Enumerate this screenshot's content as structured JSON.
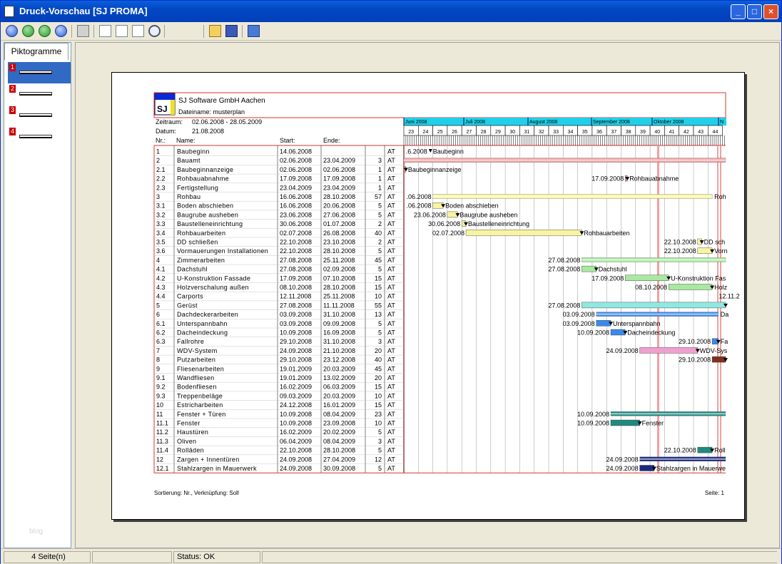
{
  "window": {
    "title": "Druck-Vorschau [SJ PROMA]",
    "page_value": "1"
  },
  "tabs": {
    "left": "Piktogramme"
  },
  "thumbs": [
    "1",
    "2",
    "3",
    "4"
  ],
  "left_watermark": "blog",
  "status": {
    "pages": "4 Seite(n)",
    "state": "Status: OK"
  },
  "report": {
    "company": "SJ Software GmbH Aachen",
    "logo": "SJ",
    "filename": "Dateiname: musterplan",
    "zeitraum_label": "Zeitraum:",
    "zeitraum": "02.06.2008 - 28.05.2009",
    "datum_label": "Datum:",
    "datum": "21.08.2008",
    "col_nr": "Nr.:",
    "col_name": "Name:",
    "col_start": "Start:",
    "col_end": "Ende:",
    "footer_left": "Sortierung: Nr., Verknüpfung: Soll",
    "footer_right": "Seite: 1"
  },
  "colors": {
    "accent": "#0447c4",
    "grid_red": "#e05050",
    "header_cyan": "#20d0e8"
  },
  "months": [
    "Juni 2008",
    "Juli 2008",
    "August 2008",
    "September 2008",
    "Oktober 2008",
    "N"
  ],
  "weeks": [
    "23",
    "24",
    "25",
    "26",
    "27",
    "28",
    "29",
    "30",
    "31",
    "32",
    "33",
    "34",
    "35",
    "36",
    "37",
    "38",
    "39",
    "40",
    "41",
    "42",
    "43",
    "44"
  ],
  "tasks": [
    {
      "nr": "1",
      "name": "Baubeginn",
      "start": "14.06.2008",
      "end": "",
      "dur": "",
      "unit": "AT",
      "label": "Baubeginn",
      "startlabel": ".6.2008"
    },
    {
      "nr": "2",
      "name": "Bauamt",
      "start": "02.06.2008",
      "end": "23.04.2009",
      "dur": "3",
      "unit": "AT",
      "label": "",
      "startlabel": ""
    },
    {
      "nr": "2.1",
      "name": "Baubeginnanzeige",
      "start": "02.06.2008",
      "end": "02.06.2008",
      "dur": "1",
      "unit": "AT",
      "label": "Baubeginnanzeige",
      "startlabel": ""
    },
    {
      "nr": "2.2",
      "name": "Rohbauabnahme",
      "start": "17.09.2008",
      "end": "17.09.2008",
      "dur": "1",
      "unit": "AT",
      "label": "Rohbauabnahme",
      "startlabel": "17.09.2008"
    },
    {
      "nr": "2.3",
      "name": "Fertigstellung",
      "start": "23.04.2009",
      "end": "23.04.2009",
      "dur": "1",
      "unit": "AT",
      "label": "",
      "startlabel": ""
    },
    {
      "nr": "3",
      "name": "Rohbau",
      "start": "16.06.2008",
      "end": "28.10.2008",
      "dur": "57",
      "unit": "AT",
      "label": "Roh",
      "startlabel": ".06.2008"
    },
    {
      "nr": "3.1",
      "name": "Boden abschieben",
      "start": "16.06.2008",
      "end": "20.06.2008",
      "dur": "5",
      "unit": "AT",
      "label": "Boden abschieben",
      "startlabel": ".06.2008"
    },
    {
      "nr": "3.2",
      "name": "Baugrube ausheben",
      "start": "23.06.2008",
      "end": "27.06.2008",
      "dur": "5",
      "unit": "AT",
      "label": "Baugrube ausheben",
      "startlabel": "23.06.2008"
    },
    {
      "nr": "3.3",
      "name": "Baustelleneinrichtung",
      "start": "30.06.2008",
      "end": "01.07.2008",
      "dur": "2",
      "unit": "AT",
      "label": "Baustelleneinrichtung",
      "startlabel": "30.06.2008"
    },
    {
      "nr": "3.4",
      "name": "Rohbauarbeiten",
      "start": "02.07.2008",
      "end": "26.08.2008",
      "dur": "40",
      "unit": "AT",
      "label": "Rohbauarbeiten",
      "startlabel": "02.07.2008"
    },
    {
      "nr": "3.5",
      "name": "DD schließen",
      "start": "22.10.2008",
      "end": "23.10.2008",
      "dur": "2",
      "unit": "AT",
      "label": "DD sch",
      "startlabel": "22.10.2008"
    },
    {
      "nr": "3.6",
      "name": "Vormauerungen Installationen",
      "start": "22.10.2008",
      "end": "28.10.2008",
      "dur": "5",
      "unit": "AT",
      "label": "Vorn",
      "startlabel": "22.10.2008"
    },
    {
      "nr": "4",
      "name": "Zimmerarbeiten",
      "start": "27.08.2008",
      "end": "25.11.2008",
      "dur": "45",
      "unit": "AT",
      "label": "",
      "startlabel": "27.08.2008"
    },
    {
      "nr": "4.1",
      "name": "Dachstuhl",
      "start": "27.08.2008",
      "end": "02.09.2008",
      "dur": "5",
      "unit": "AT",
      "label": "Dachstuhl",
      "startlabel": "27.08.2008"
    },
    {
      "nr": "4.2",
      "name": "U-Konstruktion Fassade",
      "start": "17.09.2008",
      "end": "07.10.2008",
      "dur": "15",
      "unit": "AT",
      "label": "U-Konstruktion Fas",
      "startlabel": "17.09.2008"
    },
    {
      "nr": "4.3",
      "name": "Holzverschalung außen",
      "start": "08.10.2008",
      "end": "28.10.2008",
      "dur": "15",
      "unit": "AT",
      "label": "Holz",
      "startlabel": "08.10.2008"
    },
    {
      "nr": "4.4",
      "name": "Carports",
      "start": "12.11.2008",
      "end": "25.11.2008",
      "dur": "10",
      "unit": "AT",
      "label": "",
      "startlabel": "12.11.2"
    },
    {
      "nr": "5",
      "name": "Gerüst",
      "start": "27.08.2008",
      "end": "11.11.2008",
      "dur": "55",
      "unit": "AT",
      "label": "",
      "startlabel": "27.08.2008"
    },
    {
      "nr": "6",
      "name": "Dachdeckerarbeiten",
      "start": "03.09.2008",
      "end": "31.10.2008",
      "dur": "13",
      "unit": "AT",
      "label": "Da",
      "startlabel": "03.09.2008"
    },
    {
      "nr": "6.1",
      "name": "Unterspannbahn",
      "start": "03.09.2008",
      "end": "09.09.2008",
      "dur": "5",
      "unit": "AT",
      "label": "Unterspannbahn",
      "startlabel": "03.09.2008"
    },
    {
      "nr": "6.2",
      "name": "Dacheindeckung",
      "start": "10.09.2008",
      "end": "16.09.2008",
      "dur": "5",
      "unit": "AT",
      "label": "Dacheindeckung",
      "startlabel": "10.09.2008"
    },
    {
      "nr": "6.3",
      "name": "Fallrohre",
      "start": "29.10.2008",
      "end": "31.10.2008",
      "dur": "3",
      "unit": "AT",
      "label": "Fa",
      "startlabel": "29.10.2008"
    },
    {
      "nr": "7",
      "name": "WDV-System",
      "start": "24.09.2008",
      "end": "21.10.2008",
      "dur": "20",
      "unit": "AT",
      "label": "WDV-Sys",
      "startlabel": "24.09.2008"
    },
    {
      "nr": "8",
      "name": "Putzarbeiten",
      "start": "29.10.2008",
      "end": "23.12.2008",
      "dur": "40",
      "unit": "AT",
      "label": "",
      "startlabel": "29.10.2008"
    },
    {
      "nr": "9",
      "name": "Fliesenarbeiten",
      "start": "19.01.2009",
      "end": "20.03.2009",
      "dur": "45",
      "unit": "AT",
      "label": "",
      "startlabel": ""
    },
    {
      "nr": "9.1",
      "name": "Wandfliesen",
      "start": "19.01.2009",
      "end": "13.02.2009",
      "dur": "20",
      "unit": "AT",
      "label": "",
      "startlabel": ""
    },
    {
      "nr": "9.2",
      "name": "Bodenfliesen",
      "start": "16.02.2009",
      "end": "06.03.2009",
      "dur": "15",
      "unit": "AT",
      "label": "",
      "startlabel": ""
    },
    {
      "nr": "9.3",
      "name": "Treppenbeläge",
      "start": "09.03.2009",
      "end": "20.03.2009",
      "dur": "10",
      "unit": "AT",
      "label": "",
      "startlabel": ""
    },
    {
      "nr": "10",
      "name": "Estricharbeiten",
      "start": "24.12.2008",
      "end": "16.01.2009",
      "dur": "15",
      "unit": "AT",
      "label": "",
      "startlabel": ""
    },
    {
      "nr": "11",
      "name": "Fenster + Türen",
      "start": "10.09.2008",
      "end": "08.04.2009",
      "dur": "23",
      "unit": "AT",
      "label": "",
      "startlabel": "10.09.2008"
    },
    {
      "nr": "11.1",
      "name": "Fenster",
      "start": "10.09.2008",
      "end": "23.09.2008",
      "dur": "10",
      "unit": "AT",
      "label": "Fenster",
      "startlabel": "10.09.2008"
    },
    {
      "nr": "11.2",
      "name": "Haustüren",
      "start": "16.02.2009",
      "end": "20.02.2009",
      "dur": "5",
      "unit": "AT",
      "label": "",
      "startlabel": ""
    },
    {
      "nr": "11.3",
      "name": "Oliven",
      "start": "06.04.2009",
      "end": "08.04.2009",
      "dur": "3",
      "unit": "AT",
      "label": "",
      "startlabel": ""
    },
    {
      "nr": "11.4",
      "name": "Rolläden",
      "start": "22.10.2008",
      "end": "28.10.2008",
      "dur": "5",
      "unit": "AT",
      "label": "Roll",
      "startlabel": "22.10.2008"
    },
    {
      "nr": "12",
      "name": "Zargen + Innentüren",
      "start": "24.09.2008",
      "end": "27.04.2009",
      "dur": "12",
      "unit": "AT",
      "label": "",
      "startlabel": "24.09.2008"
    },
    {
      "nr": "12.1",
      "name": "Stahlzargen in Mauerwerk",
      "start": "24.09.2008",
      "end": "30.09.2008",
      "dur": "5",
      "unit": "AT",
      "label": "Stahlzargen in Mauerwe",
      "startlabel": "24.09.2008"
    }
  ]
}
